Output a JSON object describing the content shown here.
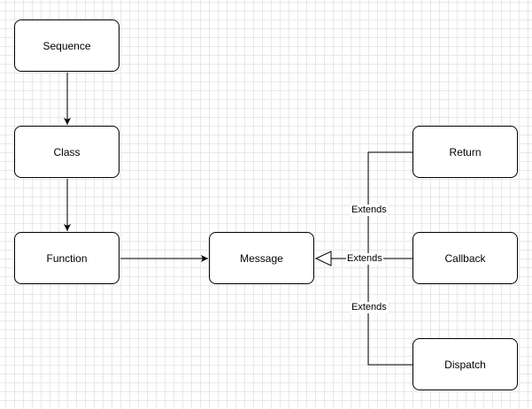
{
  "nodes": {
    "sequence": "Sequence",
    "class": "Class",
    "function": "Function",
    "message": "Message",
    "return": "Return",
    "callback": "Callback",
    "dispatch": "Dispatch"
  },
  "edges": {
    "return_label": "Extends",
    "callback_label": "Extends",
    "dispatch_label": "Extends"
  }
}
